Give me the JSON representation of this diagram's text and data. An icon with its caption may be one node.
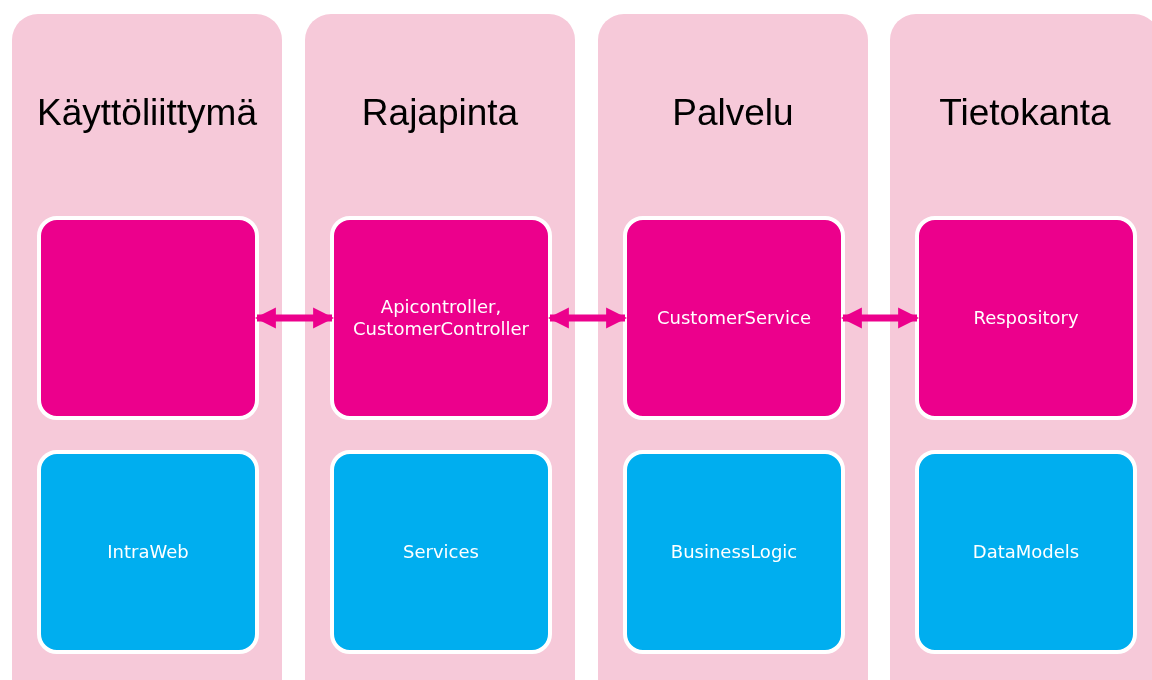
{
  "diagram": {
    "nodes": [
      {
        "text": [
          "Käyttöliittymä"
        ]
      },
      {
        "text": [],
        "shape": "box",
        "in": 0
      },
      {
        "text": [
          "IntraWeb"
        ],
        "in": 0
      },
      {
        "text": [
          "Rajapinta"
        ]
      },
      {
        "text": [
          "Apicontroller, CustomerController"
        ],
        "in": 3
      },
      {
        "text": [
          "Services"
        ],
        "in": 3
      },
      {
        "text": [
          "Palvelu"
        ]
      },
      {
        "text": [
          "CustomerService"
        ],
        "in": 6
      },
      {
        "text": [
          "BusinessLogic"
        ],
        "in": 6
      },
      {
        "text": [
          "Tietokanta"
        ]
      },
      {
        "text": [
          "Respository"
        ],
        "in": 9
      },
      {
        "text": [
          "DataModels"
        ],
        "in": 9
      }
    ],
    "edges": [
      {
        "from": 1,
        "to": 4,
        "arrow": "both"
      },
      {
        "from": 4,
        "to": 7,
        "arrow": "both"
      },
      {
        "from": 7,
        "to": 10,
        "arrow": "both"
      }
    ]
  }
}
